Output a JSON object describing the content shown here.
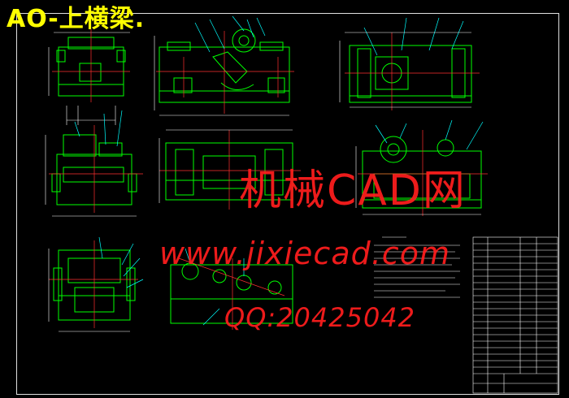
{
  "drawing": {
    "title": "AO-上横梁.",
    "colors": {
      "background": "#000000",
      "frame": "#e0e0e0",
      "part_outline": "#00ff00",
      "center_line": "#ff3030",
      "dimension": "#ffffff",
      "leader": "#00ffff",
      "title_text": "#ffff00",
      "watermark": "#ff1e1e"
    }
  },
  "watermarks": {
    "site_name": "机械CAD网",
    "url": "www.jixiecad.com",
    "qq": "QQ:20425042"
  }
}
